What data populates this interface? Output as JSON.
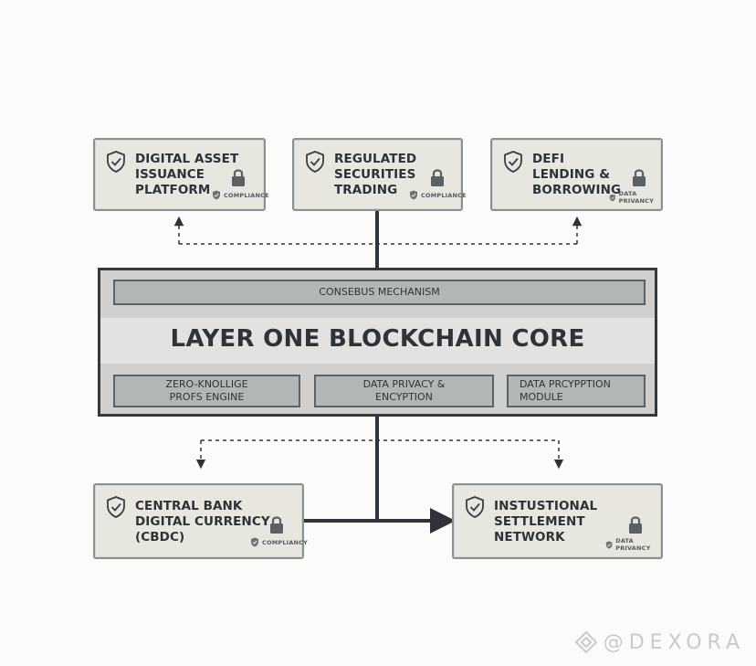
{
  "platforms": [
    {
      "name": "digital-asset-issuance",
      "title": "DIGITAL ASSET\nISSUANCE\nPLATFORM",
      "badge": "COMPLIANCE"
    },
    {
      "name": "regulated-securities-trading",
      "title": "REGULATED\nSECURITIES\nTRADING",
      "badge": "COMPLIANCE"
    },
    {
      "name": "defi-lending-borrowing",
      "title": "DEFI\nLENDING &\nBORROWING",
      "badge": "DATA PRIVANCY"
    }
  ],
  "core": {
    "title": "LAYER ONE BLOCKCHAIN CORE",
    "consensus": "CONSEBUS MECHANISM",
    "modules": {
      "zkp": "ZERO-KNOLLIGE\nPROFS ENGINE",
      "privacy": "DATA PRIVACY &\nENCYPTION",
      "encryption": "DATA PRCYPPTION\nMODULE"
    }
  },
  "downstream": [
    {
      "name": "cbdc",
      "title": "CENTRAL BANK\nDIGITAL CURRENCY\n(CBDC)",
      "badge": "COMPLIANCY"
    },
    {
      "name": "institutional-settlement",
      "title": "INSTUSTIONAL\nSETTLEMENT\nNETWORK",
      "badge": "DATA PRIVANCY"
    }
  ],
  "watermark": {
    "text": "@DEXORA"
  },
  "colors": {
    "box_fill": "#e7e6df",
    "box_border": "#8d9093",
    "core_border": "#35393c",
    "connector": "#2f3337"
  },
  "icons": {
    "platform_icon": "shield-check-icon",
    "security_icon": "padlock-icon",
    "badge_icon": "shield-check-icon",
    "watermark_icon": "diamond-logo-icon"
  }
}
